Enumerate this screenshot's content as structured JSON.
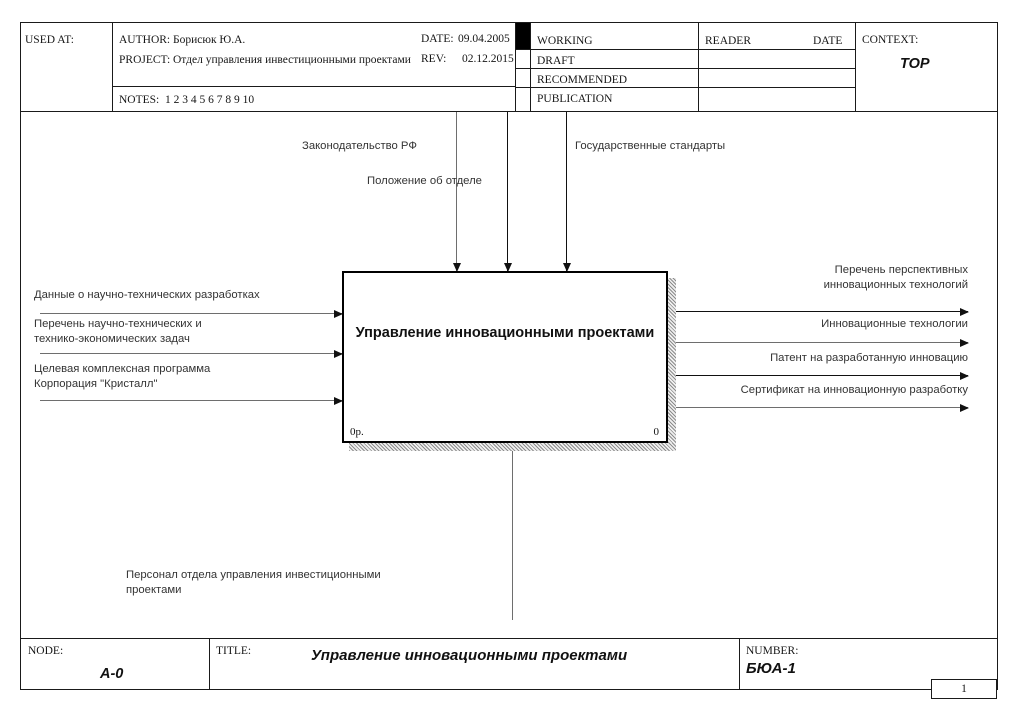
{
  "diagram": {
    "type": "IDEF0 context diagram (A-0)",
    "header": {
      "used_at_label": "USED AT:",
      "author_label": "AUTHOR:",
      "author_value": "Борисюк Ю.А.",
      "project_label": "PROJECT:",
      "project_value": "Отдел управления инвестиционными проектами",
      "notes_label": "NOTES:",
      "notes_numbers": "1  2  3  4  5  6  7  8  9  10",
      "date_label": "DATE:",
      "date_value": "09.04.2005",
      "rev_label": "REV:",
      "rev_value": "02.12.2015",
      "status_rows": [
        "WORKING",
        "DRAFT",
        "RECOMMENDED",
        "PUBLICATION"
      ],
      "status_selected": "WORKING",
      "reader_label": "READER",
      "date_col_label": "DATE",
      "context_label": "CONTEXT:",
      "context_value": "TOP"
    },
    "activity": {
      "label": "Управление\nинновационными проектами",
      "cost_marker": "0р.",
      "number": "0"
    },
    "controls": [
      {
        "id": "control-1",
        "label": "Законодательство РФ"
      },
      {
        "id": "control-2",
        "label": "Положение об отделе"
      },
      {
        "id": "control-3",
        "label": "Государственные стандарты"
      }
    ],
    "inputs": [
      {
        "id": "input-1",
        "label": "Данные о научно-технических разработках"
      },
      {
        "id": "input-2",
        "label": "Перечень научно-технических и\nтехнико-экономических задач"
      },
      {
        "id": "input-3",
        "label": "Целевая комплексная программа\nКорпорация \"Кристалл\""
      }
    ],
    "outputs": [
      {
        "id": "output-1",
        "label": "Перечень перспективных\nинновационных технологий"
      },
      {
        "id": "output-2",
        "label": "Инновационные технологии"
      },
      {
        "id": "output-3",
        "label": "Патент на разработанную инновацию"
      },
      {
        "id": "output-4",
        "label": "Сертификат на инновационную разработку"
      }
    ],
    "mechanisms": [
      {
        "id": "mechanism-1",
        "label": "Персонал отдела управления инвестиционными\nпроектами"
      }
    ],
    "footer": {
      "node_label": "NODE:",
      "node_value": "A-0",
      "title_label": "TITLE:",
      "title_value": "Управление  инновационными проектами",
      "number_label": "NUMBER:",
      "number_value": "БЮА-1",
      "page_number": "1"
    }
  }
}
